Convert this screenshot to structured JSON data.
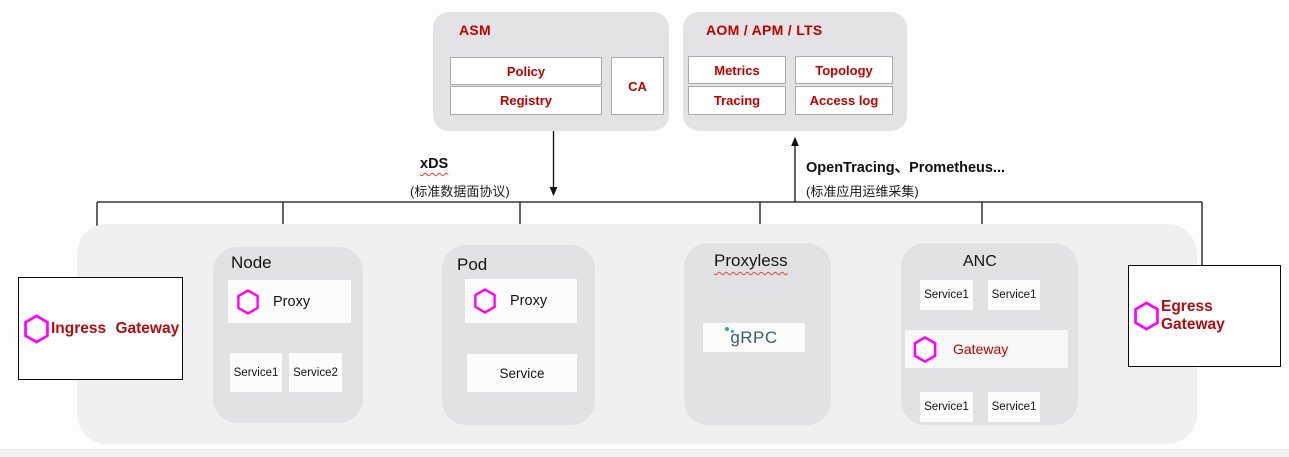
{
  "asm": {
    "title": "ASM",
    "items": [
      "Policy",
      "Registry"
    ],
    "ca": "CA"
  },
  "aom": {
    "title": "AOM / APM / LTS",
    "items": [
      "Metrics",
      "Topology",
      "Tracing",
      "Access log"
    ]
  },
  "labels": {
    "xds": {
      "title": "xDS",
      "subtitle": "(标准数据面协议)"
    },
    "telemetry": {
      "title": "OpenTracing、Prometheus...",
      "subtitle": "(标准应用运维采集)"
    }
  },
  "gateways": {
    "ingress": "Ingress Gateway",
    "egress": "Egress Gateway"
  },
  "node": {
    "title": "Node",
    "proxy_label": "Proxy",
    "services": [
      "Service1",
      "Service2"
    ]
  },
  "pod": {
    "title": "Pod",
    "proxy_label": "Proxy",
    "service_label": "Service"
  },
  "proxyless": {
    "title": "Proxyless",
    "logo_text": "gRPC"
  },
  "anc": {
    "title": "ANC",
    "top_services": [
      "Service1",
      "Service1"
    ],
    "gateway_label": "Gateway",
    "bottom_services": [
      "Service1",
      "Service1"
    ]
  },
  "colors": {
    "accent_red": "#c00000",
    "gateway_red": "#b20b12",
    "hexagon_magenta": "#ff00ff",
    "group_gray": "#e2e2e4",
    "container_gray": "#f0f0f1",
    "grpc_teal": "#2ba9a4",
    "grpc_text": "#3d5a6d"
  }
}
